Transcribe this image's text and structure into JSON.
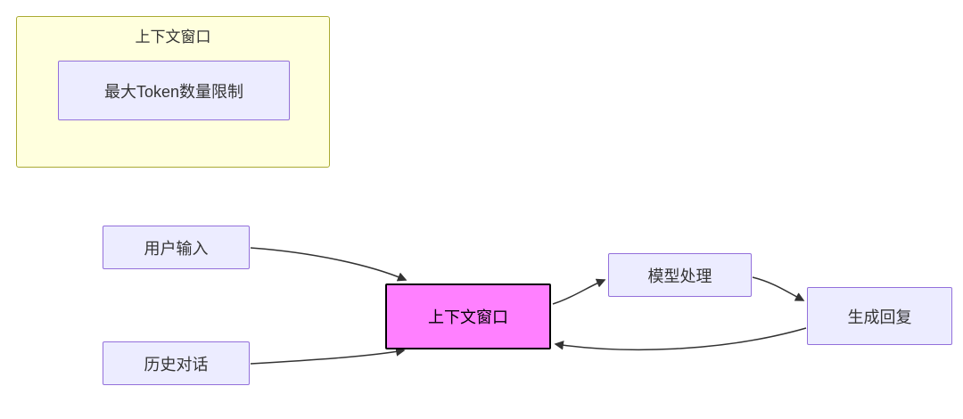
{
  "diagram": {
    "type": "flowchart",
    "cluster": {
      "title": "上下文窗口",
      "child": "最大Token数量限制"
    },
    "nodes": {
      "user_input": "用户输入",
      "history_dialog": "历史对话",
      "context_window": "上下文窗口",
      "model_process": "模型处理",
      "generate_reply": "生成回复"
    },
    "edges": [
      {
        "from": "用户输入",
        "to": "上下文窗口"
      },
      {
        "from": "历史对话",
        "to": "上下文窗口"
      },
      {
        "from": "上下文窗口",
        "to": "模型处理"
      },
      {
        "from": "模型处理",
        "to": "生成回复"
      },
      {
        "from": "生成回复",
        "to": "上下文窗口"
      }
    ],
    "colors": {
      "cluster_fill": "#ffffde",
      "cluster_border": "#aaaa33",
      "node_fill": "#ececff",
      "node_border": "#9370db",
      "highlight_fill": "#ff80ff",
      "highlight_border": "#000000",
      "edge": "#333333",
      "background": "#ffffff"
    }
  }
}
